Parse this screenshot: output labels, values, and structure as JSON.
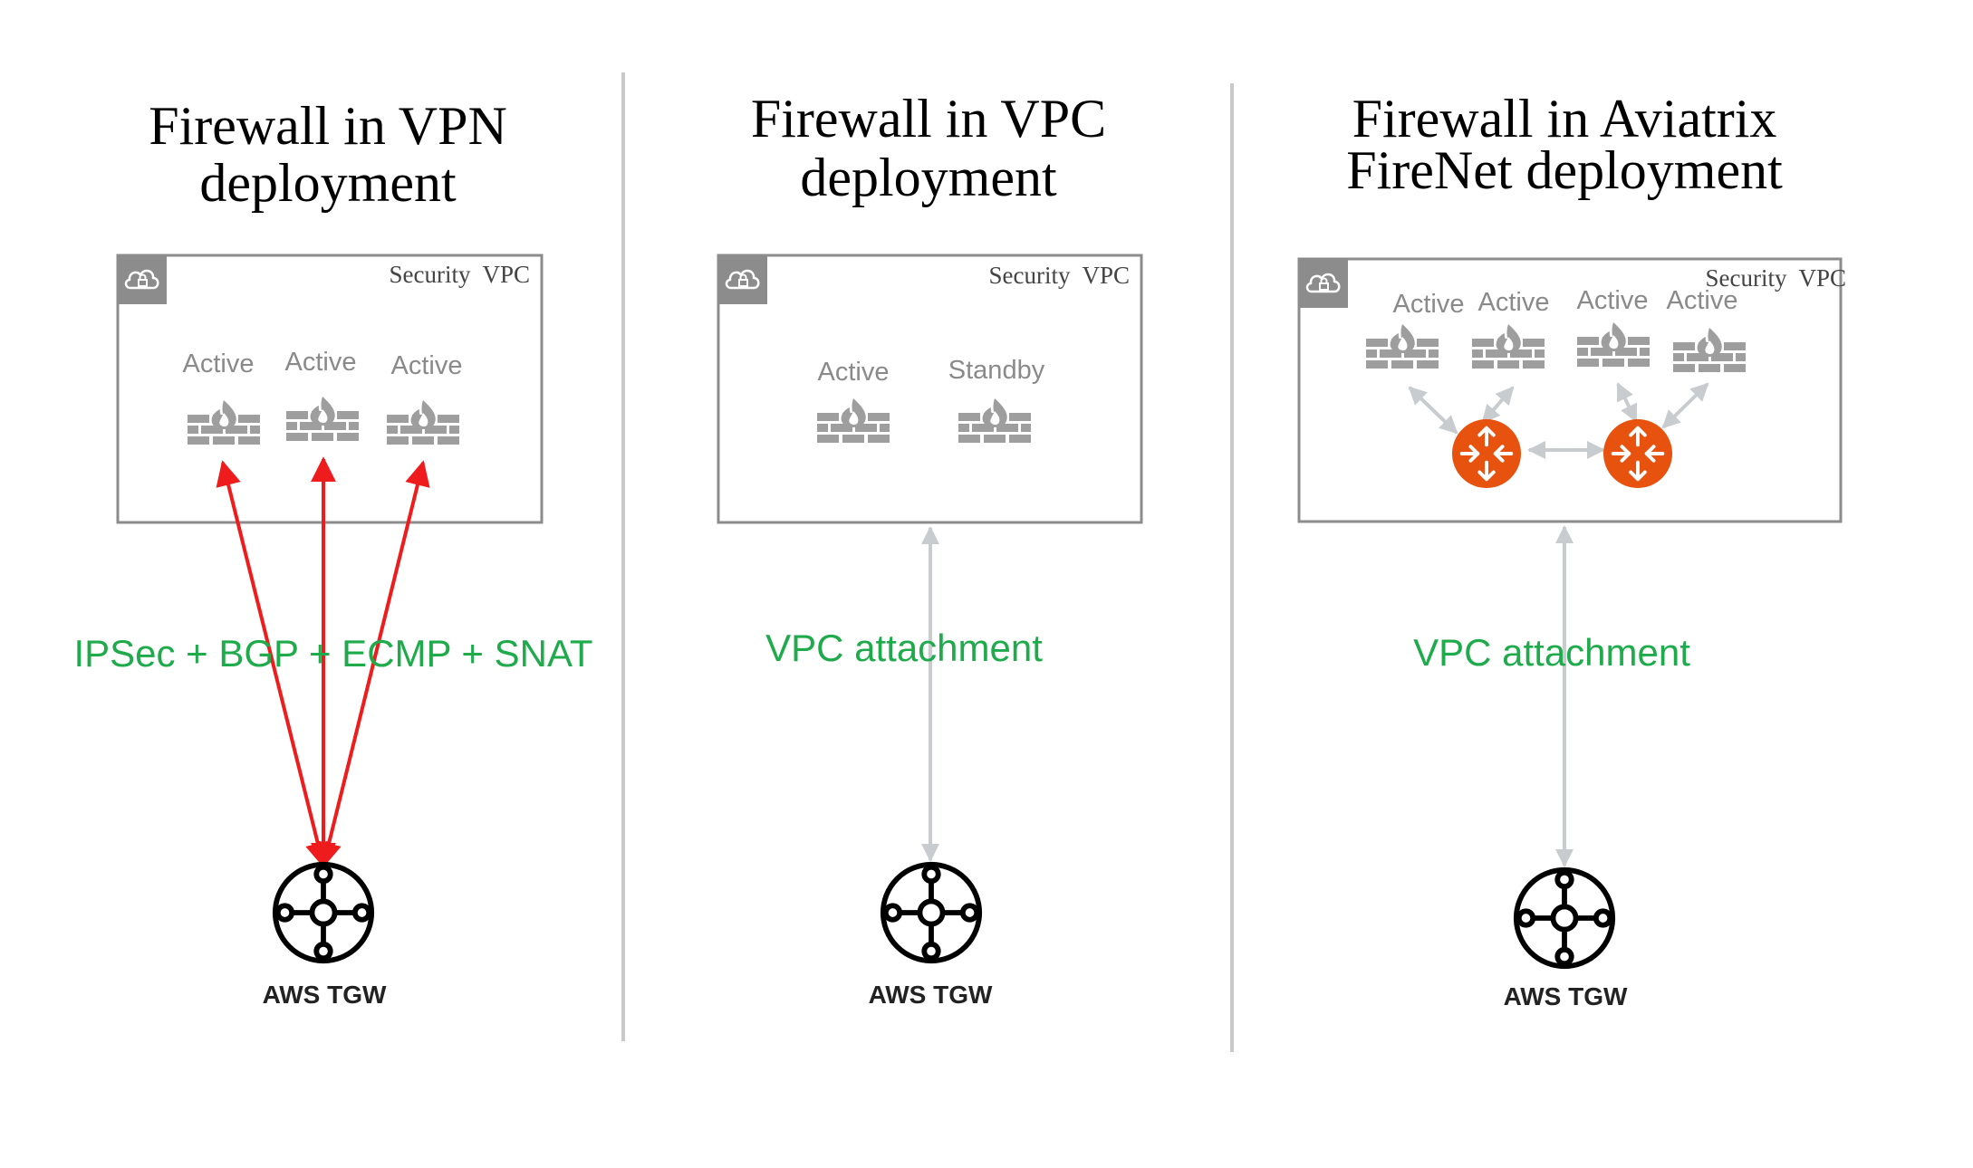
{
  "panels": [
    {
      "title_lines": [
        "Firewall in VPN",
        "deployment"
      ],
      "vpc_label": "Security  VPC",
      "firewalls": [
        "Active",
        "Active",
        "Active"
      ],
      "link_label": "IPSec + BGP + ECMP + SNAT",
      "tgw_label": "AWS TGW"
    },
    {
      "title_lines": [
        "Firewall in VPC",
        "deployment"
      ],
      "vpc_label": "Security  VPC",
      "firewalls": [
        "Active",
        "Standby"
      ],
      "link_label": "VPC attachment",
      "tgw_label": "AWS TGW"
    },
    {
      "title_lines": [
        "Firewall in Aviatrix",
        "FireNet deployment"
      ],
      "vpc_label": "Security  VPC",
      "firewalls": [
        "Active",
        "Active",
        "Active",
        "Active"
      ],
      "link_label": "VPC attachment",
      "tgw_label": "AWS TGW"
    }
  ],
  "icons": {
    "vpc": "cloud-lock-icon",
    "firewall": "firewall-icon",
    "gateway": "aviatrix-gateway-icon",
    "tgw": "transit-gateway-icon"
  },
  "colors": {
    "vpn_link": "#ee1c1c",
    "attachment_link": "#c9cccf",
    "label_green": "#1fab4b",
    "gateway": "#e8520f",
    "firewall": "#9e9e9e",
    "vpc_box": "#8c8c8c",
    "divider": "#c9c9c9"
  }
}
